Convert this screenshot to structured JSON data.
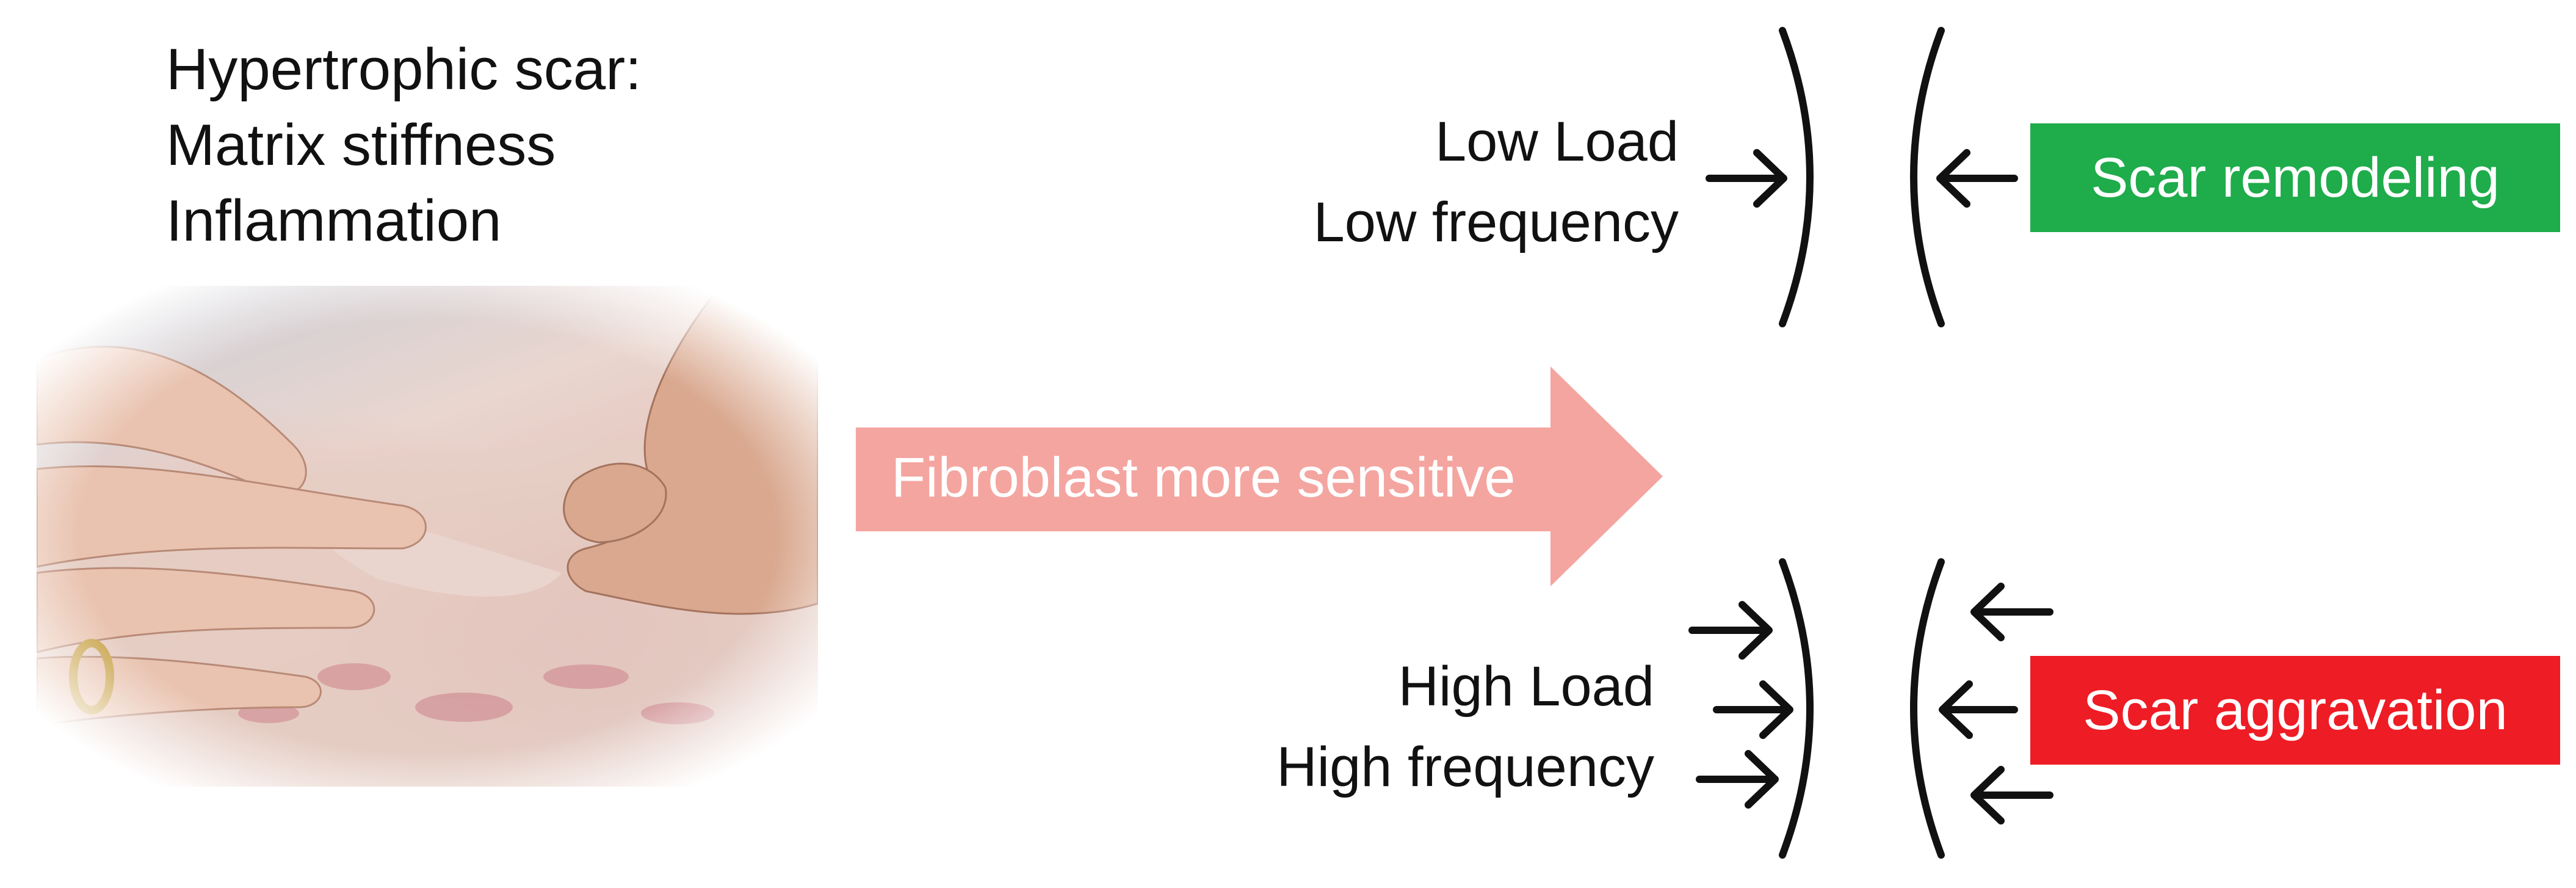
{
  "title_lines": {
    "line1": "Hypertrophic scar:",
    "line2": "Matrix stiffness",
    "line3": "Inflammation"
  },
  "photo": {
    "description_icon": "hands-pinching-scar-photo"
  },
  "main_arrow": {
    "label": "Fibroblast more sensitive",
    "color": "#f4a5a0"
  },
  "low_condition": {
    "line1": "Low Load",
    "line2": "Low frequency",
    "outcome": "Scar remodeling",
    "outcome_color": "#1fac4b"
  },
  "high_condition": {
    "line1": "High Load",
    "line2": "High frequency",
    "outcome": "Scar aggravation",
    "outcome_color": "#ee1c25"
  }
}
